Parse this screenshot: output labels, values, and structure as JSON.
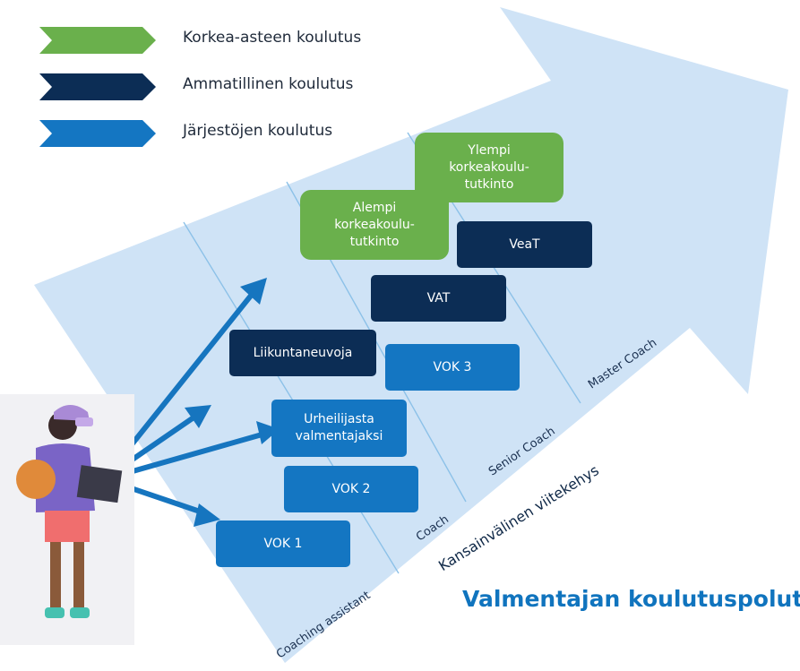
{
  "legend": [
    {
      "label": "Korkea-asteen koulutus",
      "color": "#6ab04c"
    },
    {
      "label": "Ammatillinen koulutus",
      "color": "#0c2d55"
    },
    {
      "label": "Järjestöjen koulutus",
      "color": "#1476c2"
    }
  ],
  "boxes": {
    "ylempi": "Ylempi\nkorkeakoulu-\ntutkinto",
    "alempi": "Alempi\nkorkeakoulu-\ntutkinto",
    "veat": "VeaT",
    "vat": "VAT",
    "liikuntaneuvoja": "Liikuntaneuvoja",
    "vok3": "VOK 3",
    "urheilijasta": "Urheilijasta\nvalmentajaksi",
    "vok2": "VOK 2",
    "vok1": "VOK 1"
  },
  "levels": {
    "coaching_assistant": "Coaching assistant",
    "coach": "Coach",
    "senior_coach": "Senior Coach",
    "master_coach": "Master Coach"
  },
  "framework_label": "Kansainvälinen viitekehys",
  "title": "Valmentajan koulutuspolut",
  "colors": {
    "arrow_bg": "#cfe3f6",
    "pathway_arrow": "#1675bf",
    "divider": "#8cc1e8"
  }
}
